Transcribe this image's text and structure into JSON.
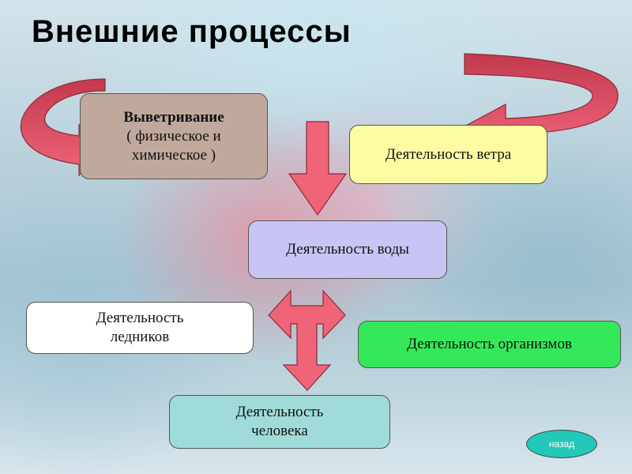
{
  "title": "Внешние  процессы",
  "boxes": {
    "weathering": {
      "heading": "Выветривание",
      "line2": "( физическое и",
      "line3": "химическое )"
    },
    "wind": {
      "label": "Деятельность ветра"
    },
    "water": {
      "label": "Деятельность воды"
    },
    "glaciers": {
      "label": "Деятельность ледников"
    },
    "organisms": {
      "label": "Деятельность организмов"
    },
    "human": {
      "label": "Деятельность человека"
    }
  },
  "nav": {
    "back_label": "назад"
  },
  "colors": {
    "arrow_fill": "#f06478",
    "arrow_dark": "#c23a4e",
    "weathering": "#c0a99c",
    "wind": "#fdfca3",
    "water": "#c8c4f3",
    "glaciers": "#ffffff",
    "organisms": "#35e85a",
    "human": "#9fdbd8",
    "back_button": "#24c8b8"
  }
}
